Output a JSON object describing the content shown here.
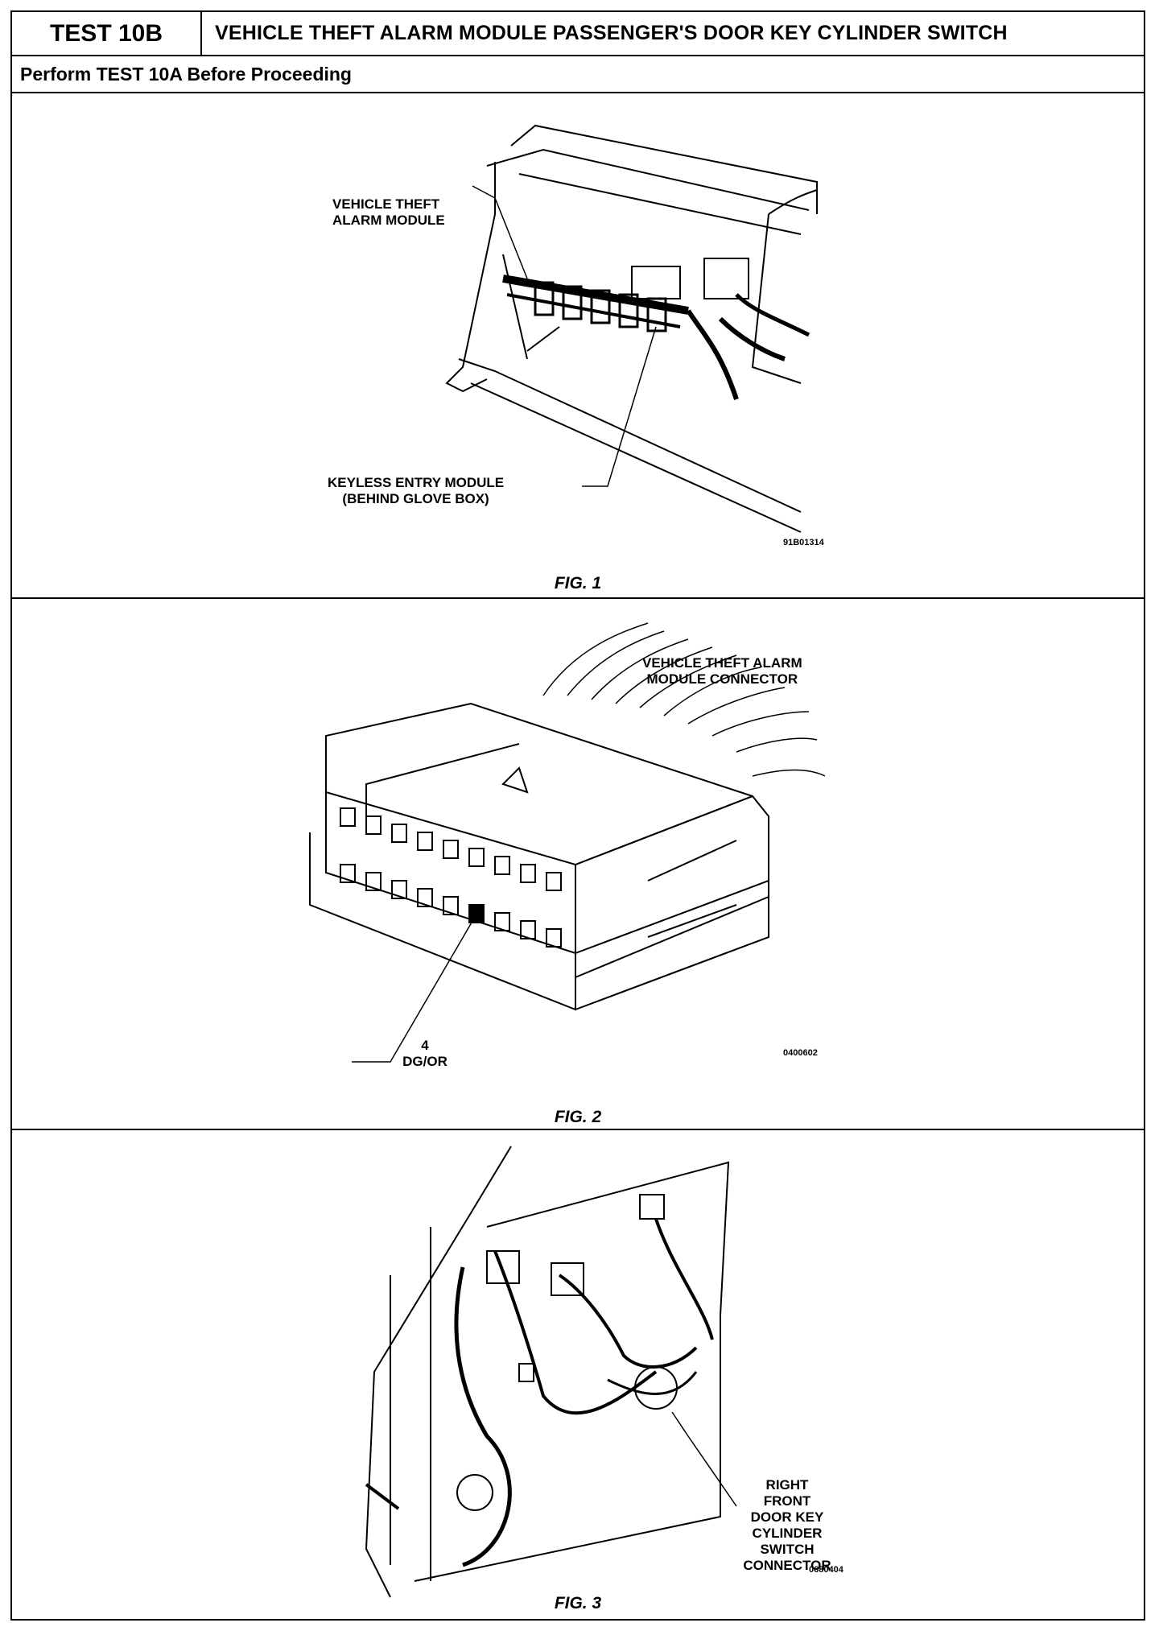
{
  "header": {
    "test_number": "TEST 10B",
    "title": "VEHICLE THEFT ALARM MODULE PASSENGER'S DOOR KEY CYLINDER SWITCH"
  },
  "subheader": "Perform TEST 10A Before Proceeding",
  "figures": [
    {
      "caption": "FIG. 1",
      "callouts": [
        "VEHICLE THEFT\nALARM MODULE",
        "KEYLESS ENTRY MODULE\n(BEHIND GLOVE BOX)"
      ],
      "code": "91B01314"
    },
    {
      "caption": "FIG. 2",
      "callouts": [
        "VEHICLE THEFT ALARM\nMODULE CONNECTOR",
        "4\nDG/OR"
      ],
      "code": "0400602"
    },
    {
      "caption": "FIG. 3",
      "callouts": [
        "RIGHT FRONT\nDOOR KEY\nCYLINDER\nSWITCH\nCONNECTOR"
      ],
      "code": "0680404"
    }
  ]
}
